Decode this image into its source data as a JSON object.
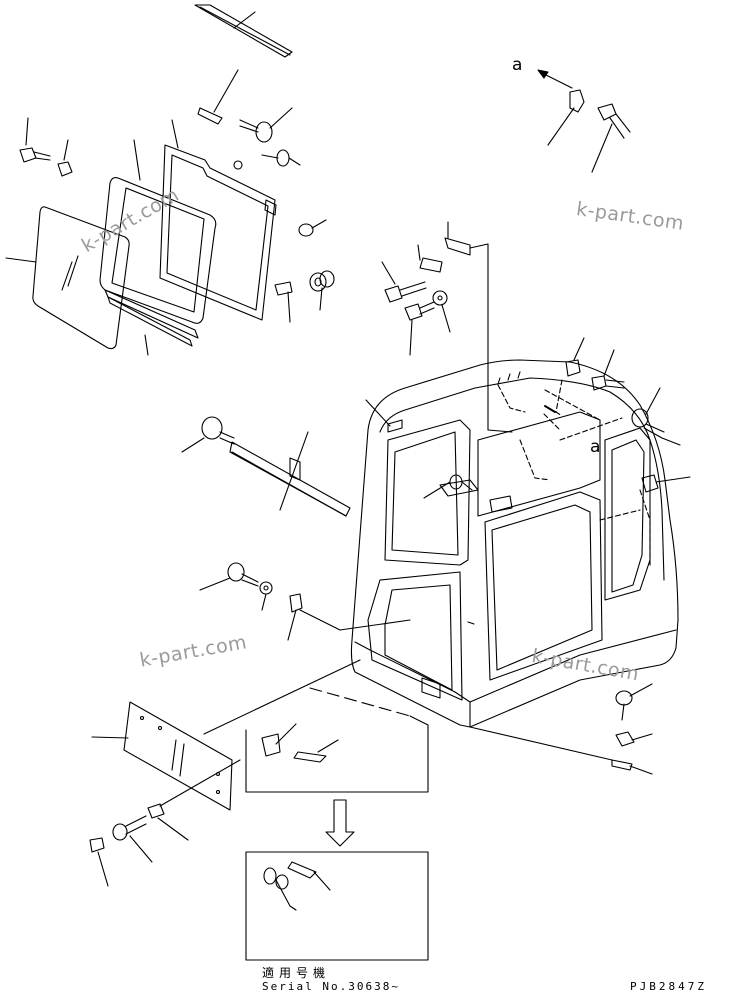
{
  "drawing": {
    "view_marks": [
      "a",
      "a"
    ],
    "watermark": "k-part.com",
    "applicability_label": "適用号機",
    "serial_text": "Serial No.30638~",
    "drawing_code": "PJB2847Z"
  }
}
